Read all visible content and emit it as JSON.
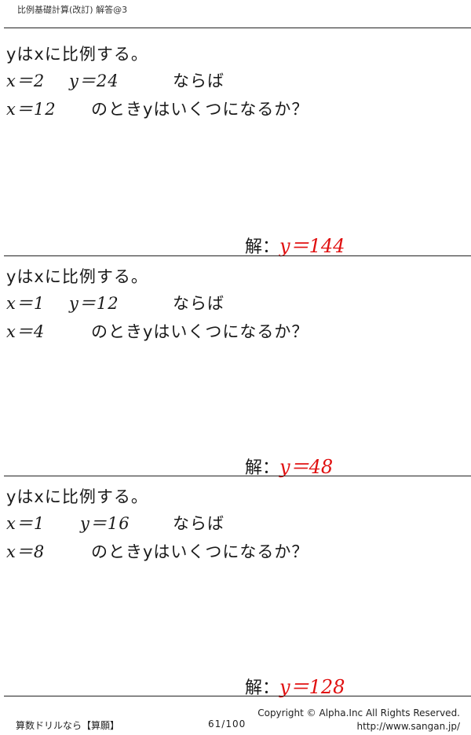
{
  "header": {
    "title": "比例基礎計算(改訂) 解答@3"
  },
  "problems": [
    {
      "statement": "yはxに比例する。",
      "given_x": "x＝2",
      "given_y": "y＝24",
      "given_suffix": "ならば",
      "ask_x": "x＝12",
      "ask_text": "のときyはいくつになるか？",
      "answer_label": "解：",
      "answer_value": "y＝144"
    },
    {
      "statement": "yはxに比例する。",
      "given_x": "x＝1",
      "given_y": "y＝12",
      "given_suffix": "ならば",
      "ask_x": "x＝4",
      "ask_text": "のときyはいくつになるか？",
      "answer_label": "解：",
      "answer_value": "y＝48"
    },
    {
      "statement": "yはxに比例する。",
      "given_x": "x＝1",
      "given_y": "y＝16",
      "given_suffix": "ならば",
      "ask_x": "x＝8",
      "ask_text": "のときyはいくつになるか？",
      "answer_label": "解：",
      "answer_value": "y＝128"
    }
  ],
  "footer": {
    "left": "算数ドリルなら【算願】",
    "page": "61/100",
    "copyright": "Copyright ©  Alpha.Inc All Rights Reserved.",
    "url": "http://www.sangan.jp/"
  },
  "colors": {
    "answer": "#e01010",
    "text": "#1a1a1a"
  }
}
